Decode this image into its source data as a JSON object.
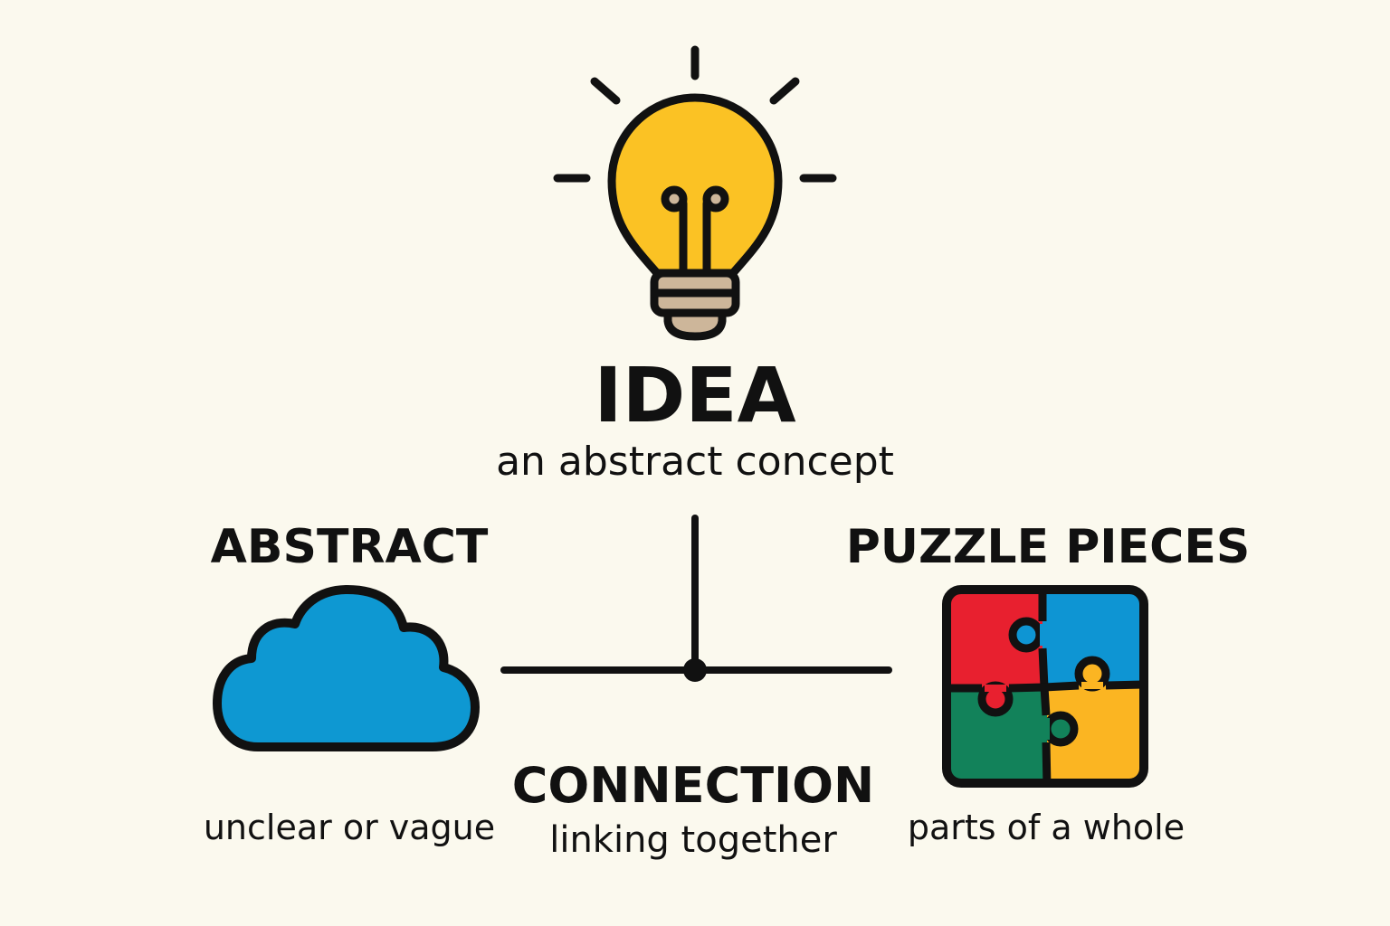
{
  "main": {
    "title": "IDEA",
    "subtitle": "an abstract concept"
  },
  "left": {
    "heading": "ABSTRACT",
    "caption": "unclear or vague",
    "icon": "cloud-icon"
  },
  "center": {
    "heading": "CONNECTION",
    "caption": "linking together"
  },
  "right": {
    "heading": "PUZZLE PIECES",
    "caption": "parts of a whole",
    "icon": "puzzle-icon"
  },
  "colors": {
    "background": "#fbf9ee",
    "bulb": "#fbc224",
    "bulb_base": "#cdb69a",
    "cloud": "#0e98d2",
    "puzzle_red": "#e8202f",
    "puzzle_blue": "#0e95d3",
    "puzzle_green": "#12825a",
    "puzzle_yellow": "#fbb522"
  }
}
